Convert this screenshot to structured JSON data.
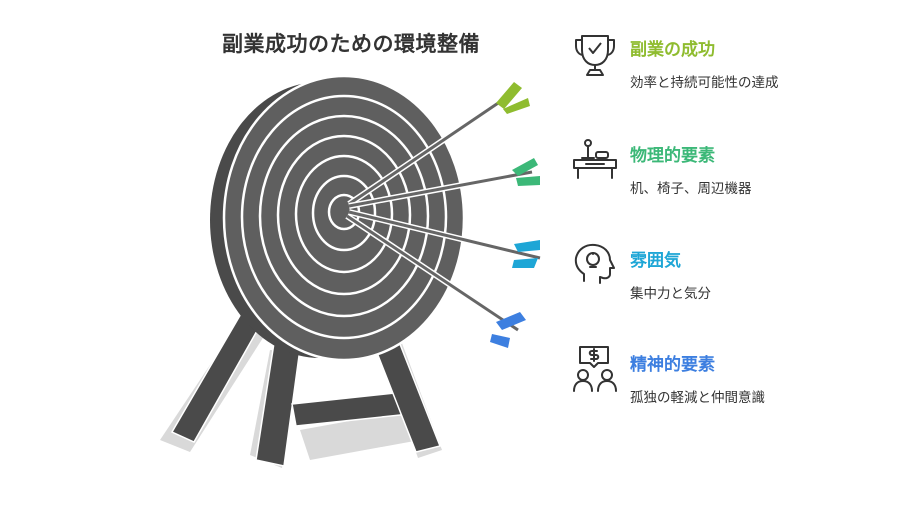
{
  "title": "副業成功のための環境整備",
  "items": [
    {
      "heading": "副業の成功",
      "desc": "効率と持続可能性の達成",
      "color": "#8fbc2f",
      "icon": "trophy-icon"
    },
    {
      "heading": "物理的要素",
      "desc": "机、椅子、周辺機器",
      "color": "#3cb878",
      "icon": "desk-lamp-icon"
    },
    {
      "heading": "雰囲気",
      "desc": "集中力と気分",
      "color": "#1ea6d6",
      "icon": "head-lightbulb-icon"
    },
    {
      "heading": "精神的要素",
      "desc": "孤独の軽減と仲間意識",
      "color": "#3d7fe0",
      "icon": "people-chat-icon"
    }
  ]
}
